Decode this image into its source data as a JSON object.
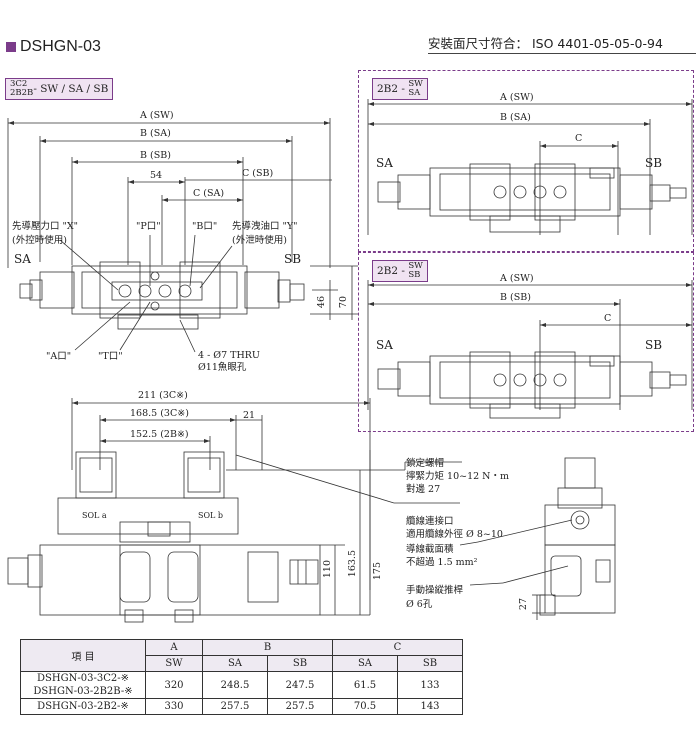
{
  "header": {
    "title": "DSHGN-03",
    "iso_standard": "安裝面尺寸符合： ISO 4401-05-05-0-94"
  },
  "main_view": {
    "tag_top": "3C2",
    "tag_bottom": "2B2B",
    "tag_suffix": " - SW / SA / SB",
    "dim_a": "A (SW)",
    "dim_b_sa": "B (SA)",
    "dim_b_sb": "B (SB)",
    "dim_54": "54",
    "dim_c_sa": "C (SA)",
    "dim_c_sb": "C (SB)",
    "pilot_x_line1": "先導壓力口 \"X\"",
    "pilot_x_line2": "(外控時使用)",
    "p_port": "\"P口\"",
    "b_port": "\"B口\"",
    "pilot_y_line1": "先導洩油口 \"Y\"",
    "pilot_y_line2": "(外泄時使用)",
    "side_sa": "SA",
    "side_sb": "SB",
    "a_port": "\"A口\"",
    "t_port": "\"T口\"",
    "thru_line1": "4 - Ø7 THRU",
    "thru_line2": "Ø11魚眼孔",
    "dim_46": "46",
    "dim_70": "70"
  },
  "panel_sa": {
    "tag_main": "2B2",
    "tag_top": "SW",
    "tag_bottom": "SA",
    "dim_a": "A (SW)",
    "dim_b": "B (SA)",
    "dim_c": "C",
    "side_sa": "SA",
    "side_sb": "SB"
  },
  "panel_sb": {
    "tag_main": "2B2",
    "tag_top": "SW",
    "tag_bottom": "SB",
    "dim_a": "A (SW)",
    "dim_b": "B (SB)",
    "dim_c": "C",
    "side_sa": "SA",
    "side_sb": "SB"
  },
  "front_view": {
    "dim_211": "211 (3C※)",
    "dim_1685": "168.5 (3C※)",
    "dim_21": "21",
    "dim_1525": "152.5 (2B※)",
    "sol_a": "SOL a",
    "sol_b": "SOL b",
    "dim_110": "110",
    "dim_1635": "163.5",
    "dim_175": "175",
    "dim_27": "27"
  },
  "callouts": {
    "nut_line1": "鎖定螺帽",
    "nut_line2": "擰緊力矩 10~12 N・m",
    "nut_line3": "對邊 27",
    "cable_line1": "纜線連接口",
    "cable_line2": "適用纜線外徑 Ø 8~10",
    "wire_line1": "導線截面積",
    "wire_line2": "不超過 1.5 mm²",
    "manual_line1": "手動操縱推桿",
    "manual_line2": "Ø 6孔"
  },
  "spec_table": {
    "head_item": "項 目",
    "head_a": "A",
    "head_b": "B",
    "head_c": "C",
    "sub_sw": "SW",
    "sub_sa_b": "SA",
    "sub_sb_b": "SB",
    "sub_sa_c": "SA",
    "sub_sb_c": "SB",
    "rows": [
      {
        "model1": "DSHGN-03-3C2-※",
        "model2": "DSHGN-03-2B2B-※",
        "a": "320",
        "b_sa": "248.5",
        "b_sb": "247.5",
        "c_sa": "61.5",
        "c_sb": "133"
      },
      {
        "model1": "DSHGN-03-2B2-※",
        "model2": "",
        "a": "330",
        "b_sa": "257.5",
        "b_sb": "257.5",
        "c_sa": "70.5",
        "c_sb": "143"
      }
    ]
  }
}
